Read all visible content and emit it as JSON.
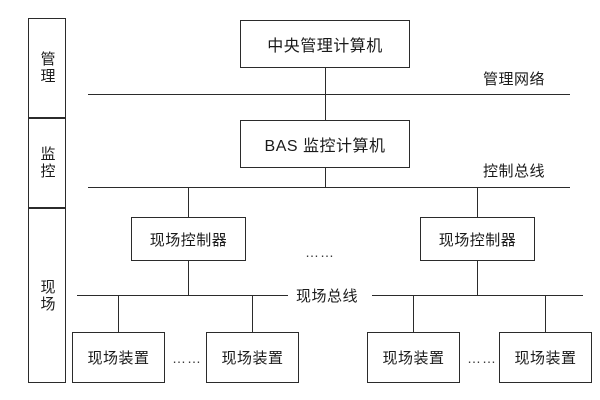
{
  "diagram": {
    "title_levels": [
      {
        "name": "management",
        "label": "管理"
      },
      {
        "name": "monitoring",
        "label": "监控"
      },
      {
        "name": "field",
        "label": "现场"
      }
    ],
    "nodes": {
      "central_computer": "中央管理计算机",
      "bas_computer": "BAS 监控计算机",
      "field_controller_left": "现场控制器",
      "field_controller_right": "现场控制器",
      "field_device_1": "现场装置",
      "field_device_2": "现场装置",
      "field_device_3": "现场装置",
      "field_device_4": "现场装置"
    },
    "buses": {
      "management_network": "管理网络",
      "control_bus": "控制总线",
      "field_bus": "现场总线"
    },
    "ellipses": {
      "between_controllers": "……",
      "devices_left": "……",
      "devices_right": "……"
    },
    "colors": {
      "stroke": "#2b2b2b",
      "text": "#1a1a1a",
      "background": "#ffffff"
    }
  }
}
